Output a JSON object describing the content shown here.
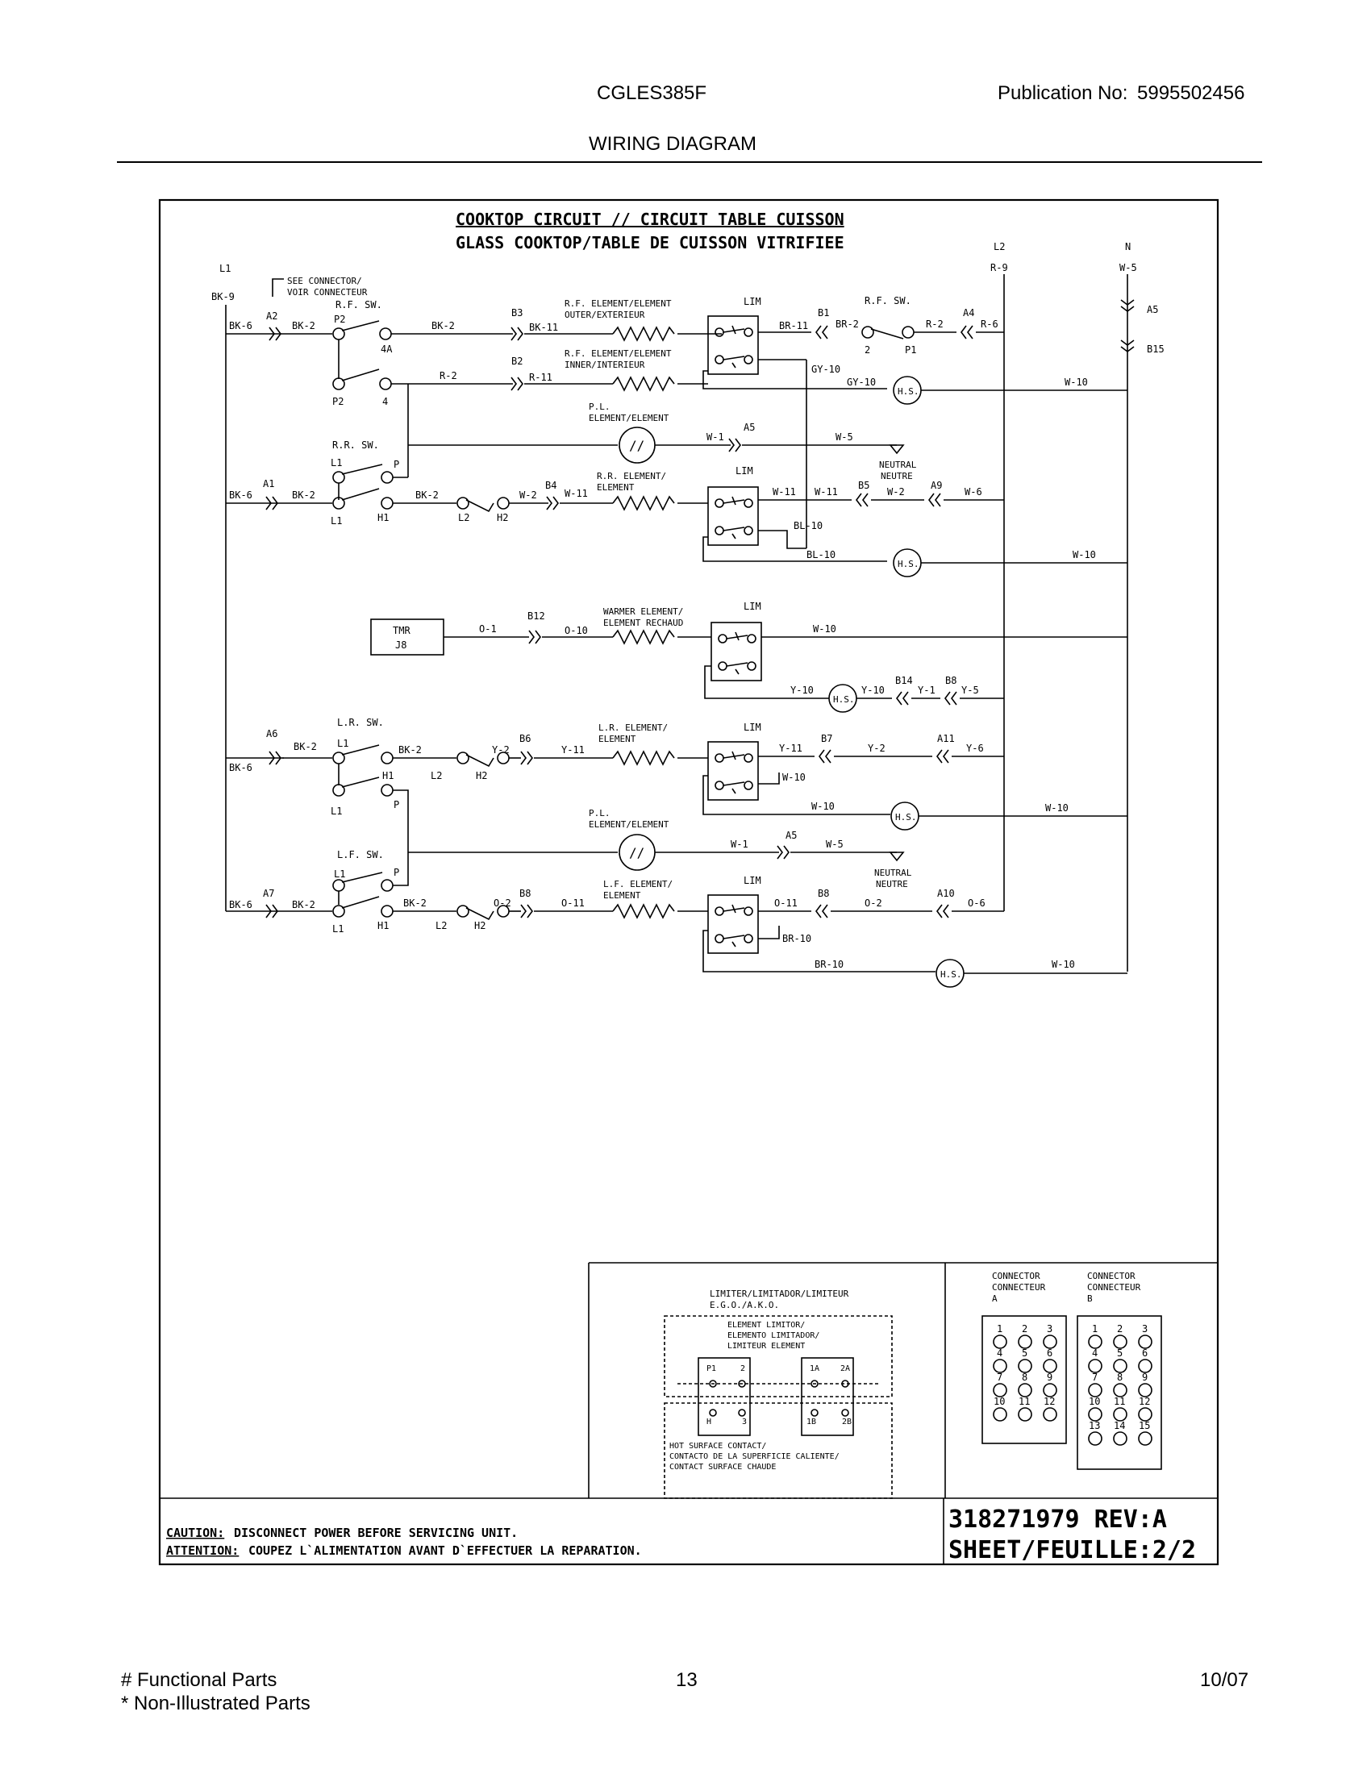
{
  "header": {
    "model": "CGLES385F",
    "publication_label": "Publication No:",
    "publication_number": "5995502456",
    "section_title": "WIRING DIAGRAM"
  },
  "diagram": {
    "title_line1": "COOKTOP CIRCUIT // CIRCUIT TABLE CUISSON",
    "title_line2": "GLASS COOKTOP/TABLE DE CUISSON VITRIFIEE",
    "labels": {
      "L1": "L1",
      "L2": "L2",
      "N": "N",
      "BK9": "BK-9",
      "R9": "R-9",
      "W5": "W-5",
      "see_connector_1": "SEE CONNECTOR/",
      "see_connector_2": "VOIR CONNECTEUR",
      "rf_sw": "R.F. SW.",
      "rf_sw_right": "R.F. SW.",
      "rr_sw": "R.R. SW.",
      "lr_sw": "L.R. SW.",
      "lf_sw": "L.F. SW.",
      "rf_outer_1": "R.F. ELEMENT/ELEMENT",
      "rf_outer_2": "OUTER/EXTERIEUR",
      "rf_inner_1": "R.F. ELEMENT/ELEMENT",
      "rf_inner_2": "INNER/INTERIEUR",
      "pl": "P.L.",
      "pl_elem": "ELEMENT/ELEMENT",
      "rr_elem_1": "R.R. ELEMENT/",
      "rr_elem_2": "ELEMENT",
      "warmer_1": "WARMER ELEMENT/",
      "warmer_2": "ELEMENT RECHAUD",
      "lr_elem_1": "L.R. ELEMENT/",
      "lr_elem_2": "ELEMENT",
      "lf_elem_1": "L.F. ELEMENT/",
      "lf_elem_2": "ELEMENT",
      "lim": "LIM",
      "hs": "H.S.",
      "neutral_1": "NEUTRAL",
      "neutral_2": "NEUTRE",
      "tmr": "TMR",
      "j8": "J8",
      "A2": "A2",
      "A1": "A1",
      "A6": "A6",
      "A7": "A7",
      "A4": "A4",
      "A5": "A5",
      "A9": "A9",
      "A11": "A11",
      "A10": "A10",
      "B1": "B1",
      "B2": "B2",
      "B3": "B3",
      "B4": "B4",
      "B5": "B5",
      "B6": "B6",
      "B7": "B7",
      "B8": "B8",
      "B12": "B12",
      "B14": "B14",
      "B15": "B15",
      "BK6": "BK-6",
      "BK2": "BK-2",
      "BK11": "BK-11",
      "R2": "R-2",
      "R11": "R-11",
      "R6": "R-6",
      "BR11": "BR-11",
      "BR2": "BR-2",
      "GY10": "GY-10",
      "W10": "W-10",
      "W1": "W-1",
      "W2": "W-2",
      "W11": "W-11",
      "W6": "W-6",
      "BL10": "BL-10",
      "O1": "O-1",
      "O10": "O-10",
      "Y10": "Y-10",
      "Y1": "Y-1",
      "Y5": "Y-5",
      "Y2": "Y-2",
      "Y11": "Y-11",
      "Y6": "Y-6",
      "O2": "O-2",
      "O11": "O-11",
      "O6": "O-6",
      "BR10": "BR-10",
      "P2": "P2",
      "P1": "P1",
      "P": "P",
      "H1": "H1",
      "H2": "H2",
      "L2s": "L2",
      "n4A": "4A",
      "n4": "4",
      "n2": "2"
    },
    "legend": {
      "limiter_1": "LIMITER/LIMITADOR/LIMITEUR",
      "limiter_2": "E.G.O./A.K.O.",
      "elem_lim_1": "ELEMENT LIMITOR/",
      "elem_lim_2": "ELEMENTO LIMITADOR/",
      "elem_lim_3": "LIMITEUR ELEMENT",
      "hot_1": "HOT SURFACE CONTACT/",
      "hot_2": "CONTACTO DE LA SUPERFICIE CALIENTE/",
      "hot_3": "CONTACT SURFACE CHAUDE",
      "p1": "P1",
      "t2": "2",
      "h": "H",
      "t3": "3",
      "t1a": "1A",
      "t2a": "2A",
      "t1b": "1B",
      "t2b": "2B",
      "connA_1": "CONNECTOR",
      "connA_2": "CONNECTEUR",
      "connA_3": "A",
      "connB_1": "CONNECTOR",
      "connB_2": "CONNECTEUR",
      "connB_3": "B",
      "pinsA": [
        "1",
        "2",
        "3",
        "4",
        "5",
        "6",
        "7",
        "8",
        "9",
        "10",
        "11",
        "12"
      ],
      "pinsB": [
        "1",
        "2",
        "3",
        "4",
        "5",
        "6",
        "7",
        "8",
        "9",
        "10",
        "11",
        "12",
        "13",
        "14",
        "15"
      ]
    },
    "caution_label": "CAUTION:",
    "caution_text": " DISCONNECT POWER BEFORE SERVICING UNIT.",
    "attention_label": "ATTENTION:",
    "attention_text": "COUPEZ L`ALIMENTATION AVANT D`EFFECTUER LA REPARATION.",
    "part_number": "318271979 REV:A",
    "sheet": "SHEET/FEUILLE:2/2"
  },
  "footer": {
    "functional_parts": "# Functional Parts",
    "non_illustrated": "* Non-Illustrated Parts",
    "page_number": "13",
    "date": "10/07"
  }
}
